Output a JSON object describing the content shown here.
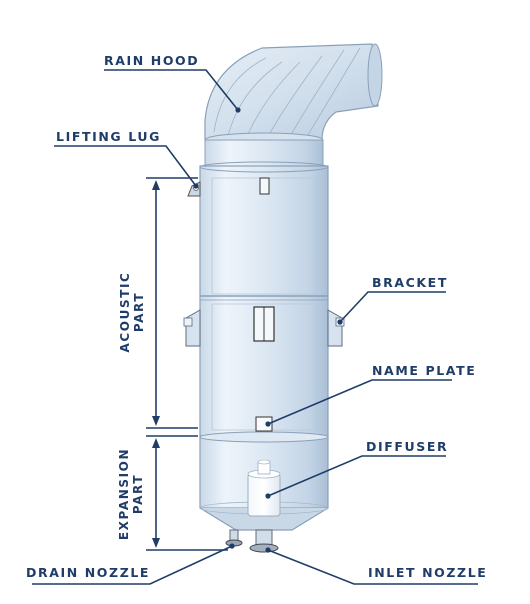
{
  "diagram": {
    "labels": {
      "rain_hood": "RAIN HOOD",
      "lifting_lug": "LIFTING LUG",
      "bracket": "BRACKET",
      "name_plate": "NAME PLATE",
      "diffuser": "DIFFUSER",
      "drain_nozzle": "DRAIN NOZZLE",
      "inlet_nozzle": "INLET NOZZLE",
      "acoustic_part_line1": "ACOUSTIC",
      "acoustic_part_line2": "PART",
      "expansion_part_line1": "EXPANSION",
      "expansion_part_line2": "PART"
    },
    "colors": {
      "label_text": "#1f3d68",
      "leader_line": "#1f3d68",
      "dimension_line": "#1f3d68",
      "body_fill": "#dbe8f4",
      "body_stroke": "#8aa0b8"
    }
  }
}
